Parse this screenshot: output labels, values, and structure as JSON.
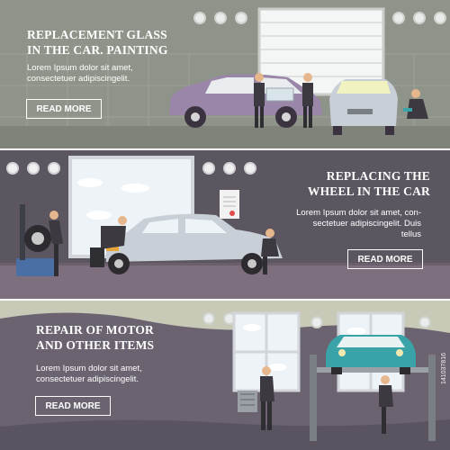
{
  "banners": [
    {
      "heading_line1": "REPLACEMENT GLASS",
      "heading_line2": "IN THE CAR. PAINTING",
      "text_line1": "Lorem Ipsum dolor sit amet,",
      "text_line2": "consectetuer adipiscingelit.",
      "button_label": "READ MORE"
    },
    {
      "heading_line1": "REPLACING THE",
      "heading_line2": "WHEEL IN THE CAR",
      "text_line1": "Lorem Ipsum dolor sit amet, con-",
      "text_line2": "sectetuer adipiscingelit. Duis",
      "text_line3": "tellus",
      "button_label": "READ MORE"
    },
    {
      "heading_line1": "REPAIR OF MOTOR",
      "heading_line2": "AND OTHER ITEMS",
      "text_line1": "Lorem Ipsum dolor sit amet,",
      "text_line2": "consectetuer adipiscingelit.",
      "button_label": "READ MORE"
    }
  ],
  "watermark": "141037816",
  "colors": {
    "banner1_bg": "#8f948a",
    "banner2_bg": "#5b5660",
    "banner3_bg": "#c8c9b6",
    "car_purple": "#9a86a8",
    "car_silver": "#c9cfd6",
    "car_teal": "#3aa3a8",
    "floor_gray": "#7d6f7e"
  },
  "icons": {
    "lamps": "ceiling-lamp-icon",
    "certificate": "certificate-icon"
  }
}
